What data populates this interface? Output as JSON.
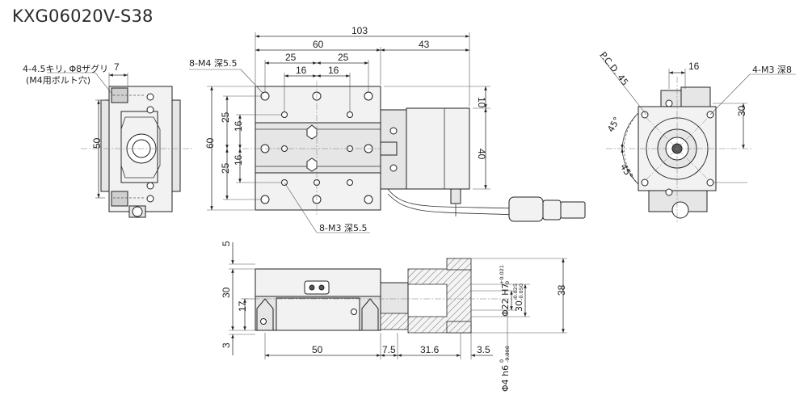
{
  "title": "KXG06020V-S38",
  "side_view": {
    "hole_note_line1": "4-4.5キリ, Φ8ザグリ",
    "hole_note_line2": "(M4用ボルト穴)",
    "dim_7": "7",
    "dim_50": "50"
  },
  "top_view": {
    "dim_103": "103",
    "dim_60": "60",
    "dim_43": "43",
    "dim_25a": "25",
    "dim_25b": "25",
    "dim_16a": "16",
    "dim_16b": "16",
    "note_m4": "8-M4 深5.5",
    "note_m3": "8-M3 深5.5",
    "dim_left_60": "60",
    "dim_left_25a": "25",
    "dim_left_16a": "16",
    "dim_left_16b": "16",
    "dim_left_25b": "25",
    "dim_right_10": "10",
    "dim_right_40": "40"
  },
  "end_view": {
    "pcd": "P.C.D. 45",
    "dim_16": "16",
    "note_m3": "4-M3 深8",
    "dim_30": "30",
    "angle_a": "45°",
    "angle_b": "45°"
  },
  "front_view": {
    "dim_5": "5",
    "dim_30": "30",
    "dim_17": "17",
    "dim_3": "3",
    "dim_50": "50",
    "dim_7_5": "7.5",
    "dim_31_6": "31.6",
    "dim_3_5": "3.5",
    "dim_38": "38",
    "dia_22": "Φ22 H7",
    "dia_22_tol_upper": "+0.021",
    "dia_22_tol_lower": "0",
    "dim_30_tol": "30",
    "dim_30_tol_upper": "-0.025",
    "dim_30_tol_lower": "-0.050",
    "dia_4": "Φ4 h6",
    "dia_4_tol_upper": "0",
    "dia_4_tol_lower": "-0.008"
  }
}
